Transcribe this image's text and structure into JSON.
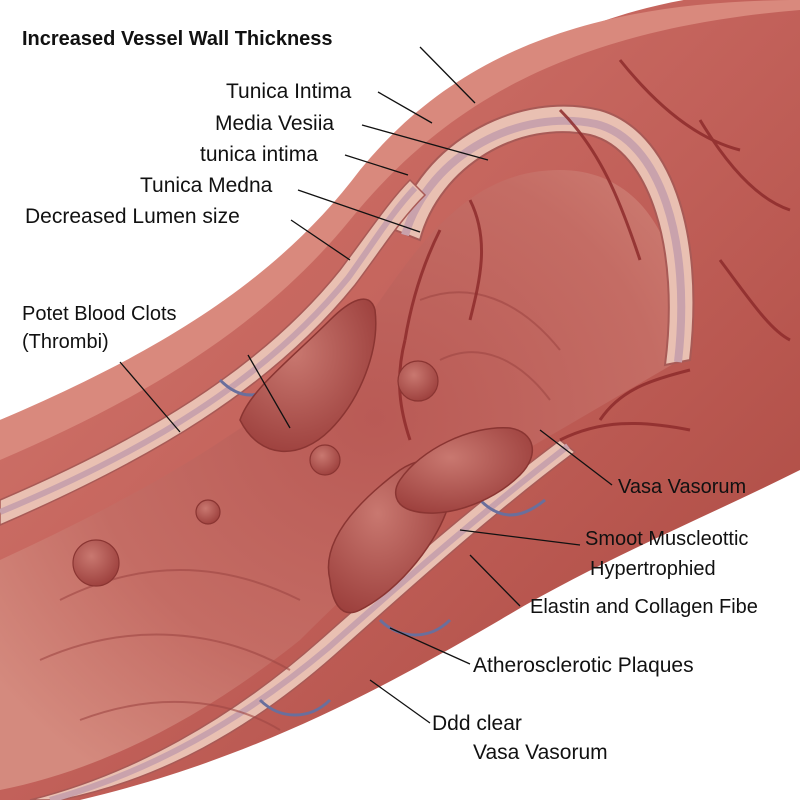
{
  "title": "Increased Vessel Wall Thickness",
  "labels": {
    "tunica_intima_1": "Tunica Intima",
    "media_vesiia": "Media Vesiia",
    "tunica_intima_2": "tunica intima",
    "tunica_medna": "Tunica Medna",
    "decreased_lumen": "Decreased Lumen size",
    "blood_clots_line1": "Potet Blood Clots",
    "blood_clots_line2": "(Thrombi)",
    "vasa_vasorum_1": "Vasa Vasorum",
    "smooth_muscle_line1": "Smoot  Muscleottic",
    "smooth_muscle_line2": "Hypertrophied",
    "elastin_collagen": "Elastin and Collagen Fibe",
    "atherosclerotic_plaques": "Atherosclerotic Plaques",
    "ddd_clear_line1": "Ddd clear",
    "ddd_clear_line2": "Vasa Vasorum"
  },
  "colors": {
    "vessel_outer": "#c2615a",
    "vessel_outer_dark": "#9e3f3b",
    "lumen": "#b5514d",
    "wall_layer": "#e9c0b2",
    "media_band": "#c9a2ac",
    "plaque": "#b0504e",
    "vein": "#8e2c2c",
    "vasa_blue": "#6a6f9c"
  }
}
